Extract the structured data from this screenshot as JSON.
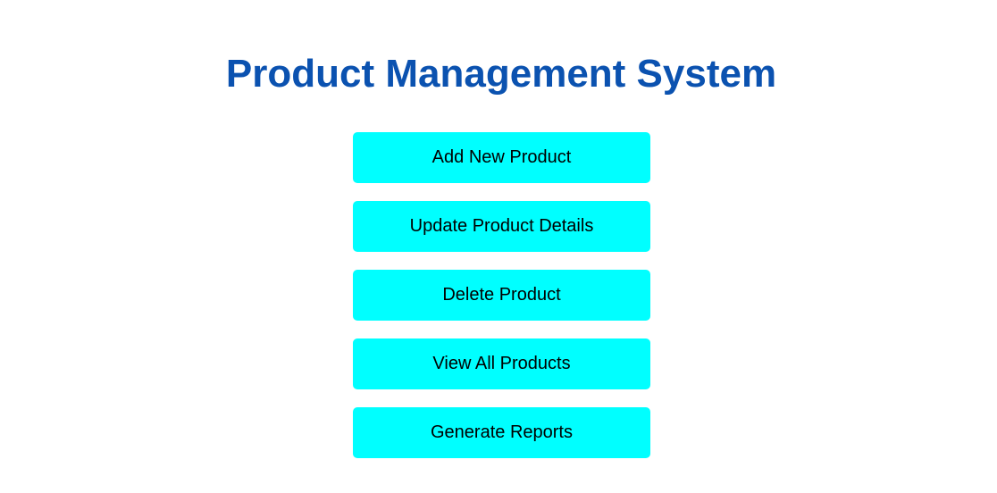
{
  "page": {
    "title": "Product Management System"
  },
  "menu": {
    "items": [
      {
        "label": "Add New Product"
      },
      {
        "label": "Update Product Details"
      },
      {
        "label": "Delete Product"
      },
      {
        "label": "View All Products"
      },
      {
        "label": "Generate Reports"
      }
    ]
  },
  "colors": {
    "title": "#0b52b0",
    "button_background": "#00ffff",
    "button_text": "#000000",
    "page_background": "#ffffff"
  }
}
